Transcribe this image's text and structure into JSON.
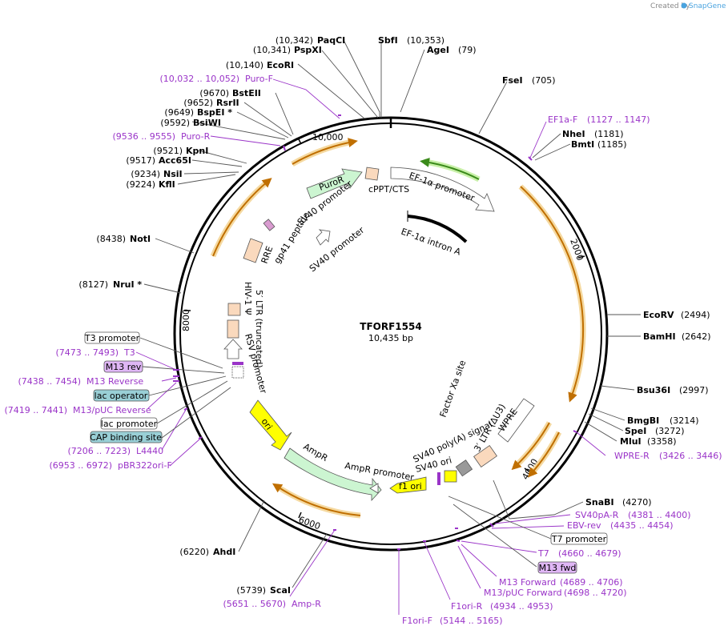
{
  "header": {
    "credit": "Created by",
    "brand": "SnapGene"
  },
  "map": {
    "name": "TFORF1554",
    "length_label": "10,435 bp",
    "ticks": [
      "10,000",
      "2000",
      "4000",
      "6000",
      "8000"
    ]
  },
  "sites": [
    {
      "pos": "(10,342)",
      "name": "PaqCI"
    },
    {
      "pos": "(10,353)",
      "name": "SbfI"
    },
    {
      "pos": "(79)",
      "name": "AgeI"
    },
    {
      "pos": "(10,341)",
      "name": "PspXI"
    },
    {
      "pos": "(10,140)",
      "name": "EcoRI"
    },
    {
      "pos": "(705)",
      "name": "FseI"
    },
    {
      "pos": "(9670)",
      "name": "BstEII"
    },
    {
      "pos": "(9652)",
      "name": "RsrII"
    },
    {
      "pos": "(9649)",
      "name": "BspEI *"
    },
    {
      "pos": "(9592)",
      "name": "BsiWI"
    },
    {
      "pos": "(1181)",
      "name": "NheI"
    },
    {
      "pos": "(1185)",
      "name": "BmtI"
    },
    {
      "pos": "(9521)",
      "name": "KpnI"
    },
    {
      "pos": "(9517)",
      "name": "Acc65I"
    },
    {
      "pos": "(9234)",
      "name": "NsiI"
    },
    {
      "pos": "(9224)",
      "name": "KflI"
    },
    {
      "pos": "(8438)",
      "name": "NotI"
    },
    {
      "pos": "(8127)",
      "name": "NruI *"
    },
    {
      "pos": "(2494)",
      "name": "EcoRV"
    },
    {
      "pos": "(2642)",
      "name": "BamHI"
    },
    {
      "pos": "(2997)",
      "name": "Bsu36I"
    },
    {
      "pos": "(3214)",
      "name": "BmgBI"
    },
    {
      "pos": "(3272)",
      "name": "SpeI"
    },
    {
      "pos": "(3358)",
      "name": "MluI"
    },
    {
      "pos": "(4270)",
      "name": "SnaBI"
    },
    {
      "pos": "(6220)",
      "name": "AhdI"
    },
    {
      "pos": "(5739)",
      "name": "ScaI"
    }
  ],
  "primers": [
    {
      "range": "(10,032 .. 10,052)",
      "name": "Puro-F"
    },
    {
      "range": "(9536 .. 9555)",
      "name": "Puro-R"
    },
    {
      "range": "(1127 .. 1147)",
      "name": "EF1a-F"
    },
    {
      "range": "(7473 .. 7493)",
      "name": "T3"
    },
    {
      "range": "(7438 .. 7454)",
      "name": "M13 Reverse"
    },
    {
      "range": "(7419 .. 7441)",
      "name": "M13/pUC Reverse"
    },
    {
      "range": "(7206 .. 7223)",
      "name": "L4440"
    },
    {
      "range": "(6953 .. 6972)",
      "name": "pBR322ori-F"
    },
    {
      "range": "(3426 .. 3446)",
      "name": "WPRE-R"
    },
    {
      "range": "(4381 .. 4400)",
      "name": "SV40pA-R"
    },
    {
      "range": "(4435 .. 4454)",
      "name": "EBV-rev"
    },
    {
      "range": "(4660 .. 4679)",
      "name": "T7"
    },
    {
      "range": "(4689 .. 4706)",
      "name": "M13 Forward"
    },
    {
      "range": "(4698 .. 4720)",
      "name": "M13/pUC Forward"
    },
    {
      "range": "(4934 .. 4953)",
      "name": "F1ori-R"
    },
    {
      "range": "(5144 .. 5165)",
      "name": "F1ori-F"
    },
    {
      "range": "(5651 .. 5670)",
      "name": "Amp-R"
    }
  ],
  "boxes": [
    "T3 promoter",
    "M13 rev",
    "lac operator",
    "lac promoter",
    "CAP binding site",
    "T7 promoter",
    "M13 fwd"
  ],
  "features": {
    "puror": "PuroR",
    "cppt": "cPPT/CTS",
    "ef1a_promoter": "EF-1α promoter",
    "ef1a_intron": "EF-1α intron A",
    "sv40_promoter_1": "SV40 promoter",
    "sv40_promoter_2": "SV40 promoter",
    "rre": "RRE",
    "gp41": "gp41 peptide",
    "hiv_psi": "HIV-1 Ψ",
    "ltr5": "5′ LTR (truncated)",
    "rsv": "RSV promoter",
    "ori": "ori",
    "ampr": "AmpR",
    "ampr_promoter": "AmpR promoter",
    "f1ori": "f1 ori",
    "sv40_ori": "SV40 ori",
    "sv40_polya": "SV40 poly(A) signal",
    "ltr3": "3′ LTR (ΔU3)",
    "wpre": "WPRE",
    "factor_xa": "Factor Xa site"
  },
  "colors": {
    "backbone": "#000000",
    "primer": "#9a34c8",
    "orf_arrow": "#c06f00",
    "puror": "#ccf5d1",
    "ori": "#ffff00",
    "box_teal": "#99cfd6",
    "box_purple": "#dfb6f5"
  }
}
